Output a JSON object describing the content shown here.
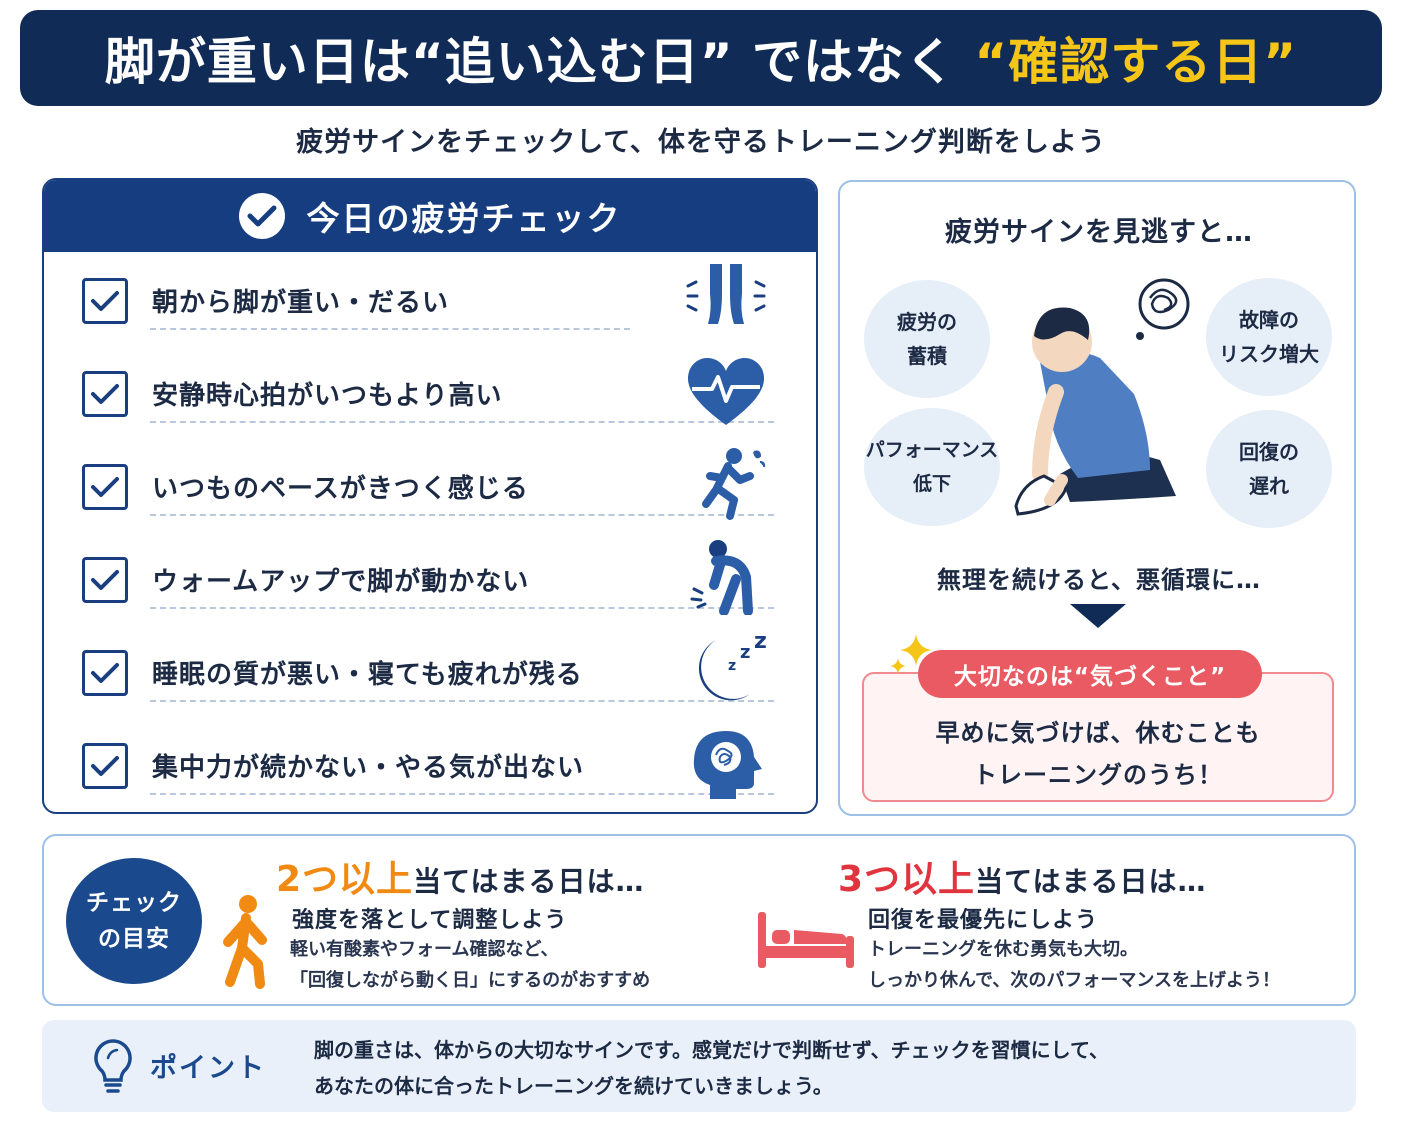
{
  "header": {
    "title_a": "脚が重い日は",
    "title_q1": "“追い込む日”",
    "title_b": "ではなく",
    "title_q2": "“確認する日”"
  },
  "subtitle": "疲労サインをチェックして、体を守るトレーニング判断をしよう",
  "checklist": {
    "title": "今日の疲労チェック",
    "items": [
      {
        "label": "朝から脚が重い・だるい",
        "icon": "heavy-legs-icon"
      },
      {
        "label": "安静時心拍がいつもより高い",
        "icon": "heart-rate-icon"
      },
      {
        "label": "いつものペースがきつく感じる",
        "icon": "runner-icon"
      },
      {
        "label": "ウォームアップで脚が動かない",
        "icon": "tired-person-icon"
      },
      {
        "label": "睡眠の質が悪い・寝ても疲れが残る",
        "icon": "moon-sleep-icon"
      },
      {
        "label": "集中力が続かない・やる気が出ない",
        "icon": "brain-fog-icon"
      }
    ]
  },
  "signs": {
    "title": "疲労サインを見逃すと…",
    "bubbles": [
      {
        "l1": "疲労の",
        "l2": "蓄積"
      },
      {
        "l1": "故障の",
        "l2": "リスク増大"
      },
      {
        "l1": "パフォーマンス",
        "l2": "低下"
      },
      {
        "l1": "回復の",
        "l2": "遅れ"
      }
    ],
    "warning": "無理を続けると、悪循環に…",
    "key_tag": "大切なのは“気づくこと”",
    "key_line1": "早めに気づけば、休むことも",
    "key_line2": "トレーニングのうち！"
  },
  "guide": {
    "circle_l1": "チェック",
    "circle_l2": "の目安",
    "left": {
      "count": "2つ以上",
      "head": "当てはまる日は…",
      "sub": "強度を落として調整しよう",
      "d1": "軽い有酸素やフォーム確認など、",
      "d2": "「回復しながら動く日」にするのがおすすめ"
    },
    "right": {
      "count": "3つ以上",
      "head": "当てはまる日は…",
      "sub": "回復を最優先にしよう",
      "d1": "トレーニングを休む勇気も大切。",
      "d2": "しっかり休んで、次のパフォーマンスを上げよう！"
    }
  },
  "point": {
    "label": "ポイント",
    "line1": "脚の重さは、体からの大切なサインです。感覚だけで判断せず、チェックを習慣にして、",
    "line2": "あなたの体に合ったトレーニングを続けていきましょう。"
  },
  "colors": {
    "navy": "#102b56",
    "blue": "#1a4a8d",
    "yellow": "#f5c518",
    "orange": "#f08a12",
    "red": "#e0343e",
    "pink": "#ea5a62"
  }
}
